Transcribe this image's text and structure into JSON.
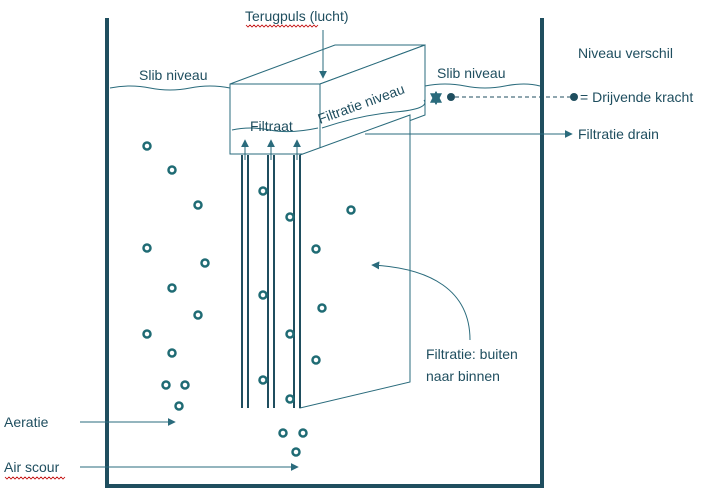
{
  "labels": {
    "backpulse": "Terugpuls (lucht)",
    "level_difference": "Niveau verschil",
    "sludge_level_left": "Slib niveau",
    "sludge_level_right": "Slib niveau",
    "driving_force": "Drijvende  kracht",
    "filtrate": "Filtraat",
    "filtration_level": "Filtratie niveau",
    "filtration_drain": "Filtratie drain",
    "filtration_line1": "Filtratie: buiten",
    "filtration_line2": "naar binnen",
    "aeration": "Aeratie",
    "air_scour": "Air scour"
  },
  "colors": {
    "wall": "#1f4e5f",
    "line": "#2a6b7c",
    "bubble": "#1f6b74",
    "text": "#1f4e5f",
    "spellcheck": "#c00000"
  }
}
